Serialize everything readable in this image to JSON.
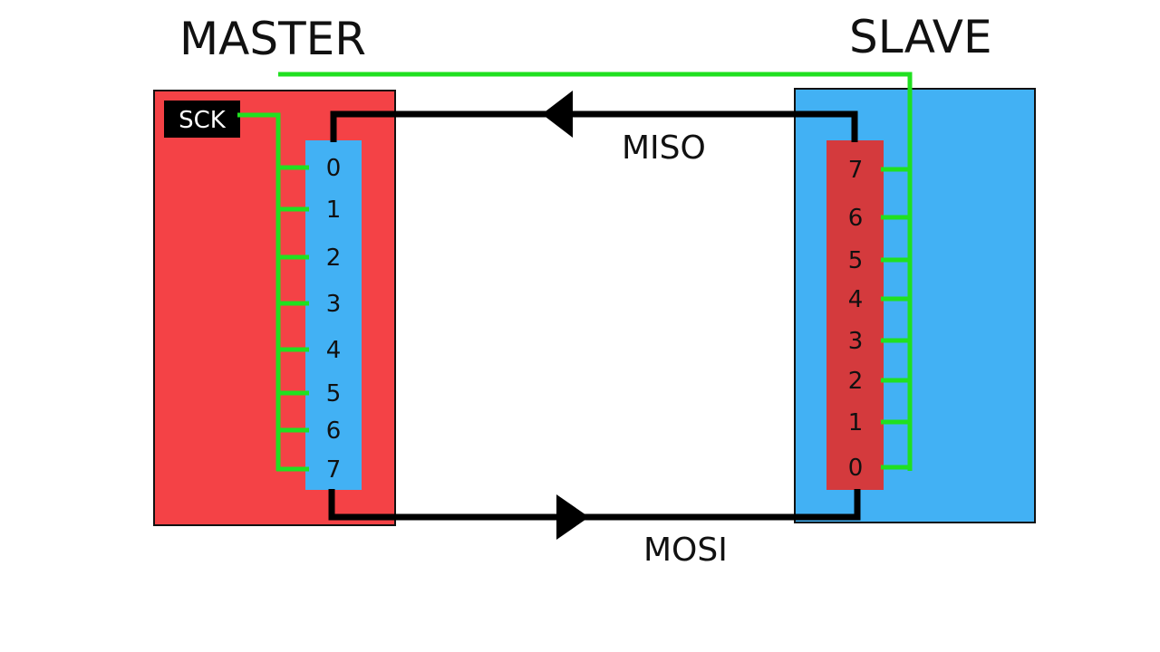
{
  "master": {
    "title": "MASTER",
    "sck_label": "SCK",
    "bits": [
      "0",
      "1",
      "2",
      "3",
      "4",
      "5",
      "6",
      "7"
    ],
    "body_color": "#f44246",
    "register_color": "#42b1f4"
  },
  "slave": {
    "title": "SLAVE",
    "bits": [
      "7",
      "6",
      "5",
      "4",
      "3",
      "2",
      "1",
      "0"
    ],
    "body_color": "#42b1f4",
    "register_color": "#d43a3d"
  },
  "buses": {
    "miso": "MISO",
    "mosi": "MOSI",
    "data_color": "#000000",
    "clock_color": "#20e020"
  }
}
